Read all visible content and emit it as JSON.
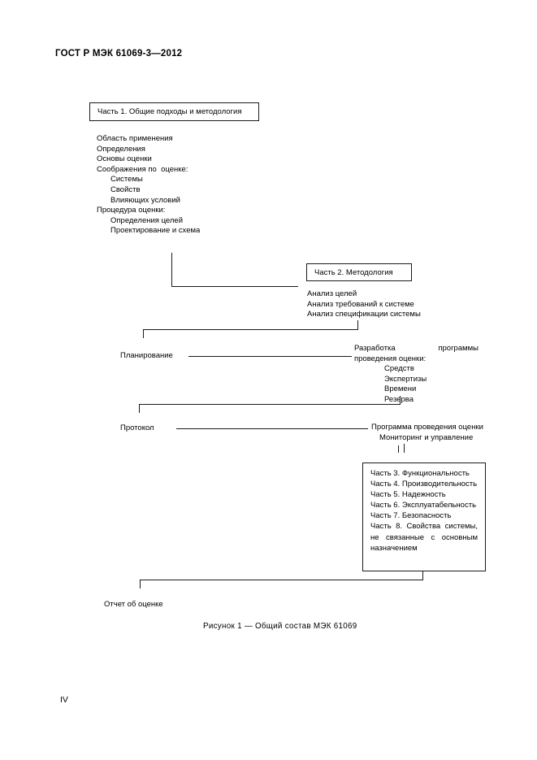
{
  "document": {
    "header": "ГОСТ Р МЭК 61069-3—2012",
    "page_number": "IV",
    "figure_caption": "Рисунок 1 — Общий состав МЭК 61069"
  },
  "part1": {
    "box_label": "Часть 1. Общие подходы и методология",
    "items": [
      "Область применения",
      "Определения",
      "Основы оценки",
      "Соображения по  оценке:",
      "Системы",
      "Свойств",
      "Влияющих условий",
      "Процедура оценки:",
      "Определения целей",
      "Проектирование и схема"
    ]
  },
  "part2": {
    "box_label": "Часть 2. Методология",
    "items": [
      "Анализ целей",
      "Анализ требований к системе",
      "Анализ спецификации системы"
    ]
  },
  "planning": {
    "left_label": "Планирование",
    "right_title": "Разработка программы проведения оценки:",
    "right_items": [
      "Средств",
      "Экспертизы",
      "Времени",
      "Резерва"
    ]
  },
  "protocol": {
    "left_label": "Протокол",
    "right_line1": "Программа проведения оценки",
    "right_line2": "Мониторинг и управление"
  },
  "parts_box": {
    "lines": [
      "Часть 3. Функциональность",
      "Часть 4. Производительность",
      "Часть 5. Надежность",
      "Часть 6. Эксплуатабельность",
      "Часть 7. Безопасность",
      "Часть 8. Свойства системы, не связанные с основным назначением"
    ]
  },
  "report": {
    "label": "Отчет об оценке"
  },
  "colors": {
    "ink": "#1a1a1a",
    "paper": "#ffffff"
  }
}
